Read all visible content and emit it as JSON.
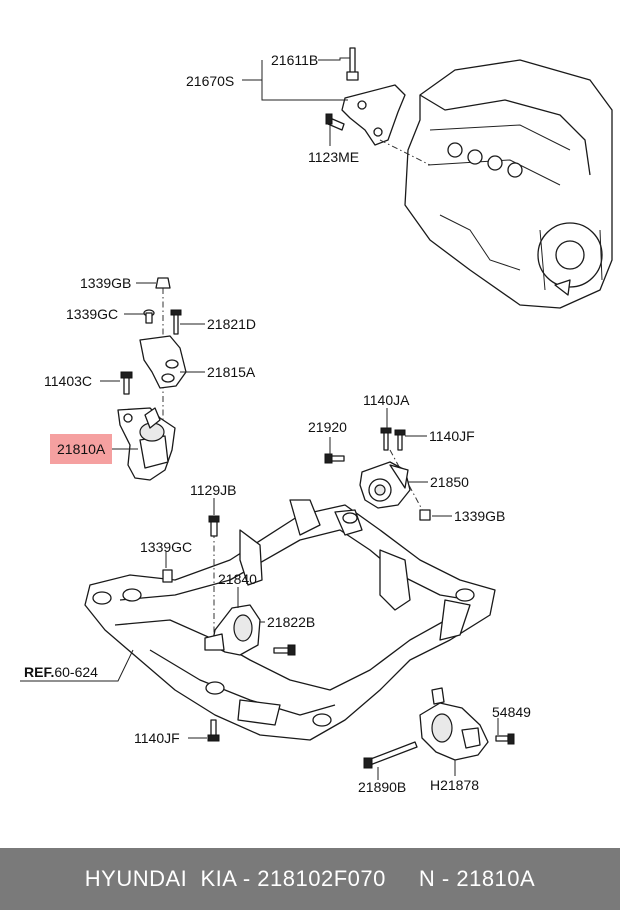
{
  "labels": {
    "l21611B": "21611B",
    "l21670S": "21670S",
    "l1123ME": "1123ME",
    "l1339GB_top": "1339GB",
    "l1339GC_top": "1339GC",
    "l21821D": "21821D",
    "l11403C": "11403C",
    "l21815A": "21815A",
    "l21810A": "21810A",
    "l1140JA": "1140JA",
    "l21920": "21920",
    "l1140JF_right": "1140JF",
    "l21850": "21850",
    "l1339GB_right": "1339GB",
    "l1129JB": "1129JB",
    "l1339GC_left": "1339GC",
    "l21840": "21840",
    "l21822B": "21822B",
    "ref_prefix": "REF.",
    "ref_num": "60-624",
    "l54849": "54849",
    "l1140JF_bottom": "1140JF",
    "l21890B": "21890B",
    "lH21878": "H21878"
  },
  "highlight_color": "#f5a0a0",
  "footer": {
    "text": "HYUNDAI  KIA - 218102F070     N - 21810A"
  }
}
